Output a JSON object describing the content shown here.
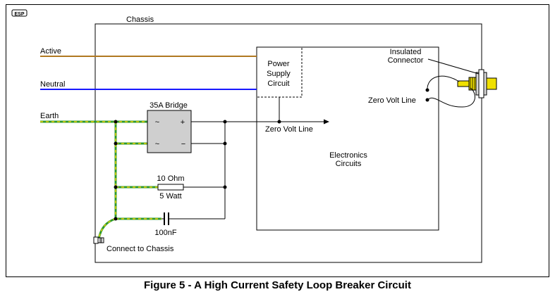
{
  "logo_text": "ESP",
  "labels": {
    "chassis": "Chassis",
    "active": "Active",
    "neutral": "Neutral",
    "earth": "Earth",
    "power_supply": [
      "Power",
      "Supply",
      "Circuit"
    ],
    "bridge": "35A Bridge",
    "bridge_ac": "~",
    "bridge_plus": "+",
    "bridge_minus": "−",
    "zero_volt_line": "Zero Volt Line",
    "zero_volt_line_right": "Zero Volt Line",
    "electronics": [
      "Electronics",
      "Circuits"
    ],
    "insulated_connector": [
      "Insulated",
      "Connector"
    ],
    "resistor_value": "10 Ohm",
    "resistor_power": "5 Watt",
    "capacitor": "100nF",
    "connect_chassis": "Connect to Chassis"
  },
  "colors": {
    "active": "#b07820",
    "neutral": "#1818ff",
    "earth_green": "#2e9a2e",
    "earth_yellow": "#e8d000",
    "bridge_fill": "#cfcfcf",
    "connector_yellow": "#f0e000"
  },
  "caption": "Figure 5 - A High Current Safety Loop Breaker Circuit"
}
